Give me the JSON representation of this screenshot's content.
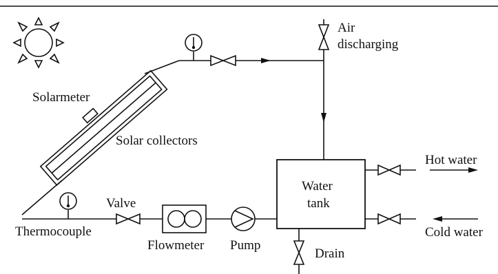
{
  "diagram": {
    "labels": {
      "air": "Air",
      "discharging": "discharging",
      "solarmeter": "Solarmeter",
      "solar_collectors": "Solar collectors",
      "hot_water": "Hot water",
      "cold_water": "Cold water",
      "water": "Water",
      "tank": "tank",
      "valve": "Valve",
      "thermocouple": "Thermocouple",
      "flowmeter": "Flowmeter",
      "pump": "Pump",
      "drain": "Drain"
    }
  }
}
